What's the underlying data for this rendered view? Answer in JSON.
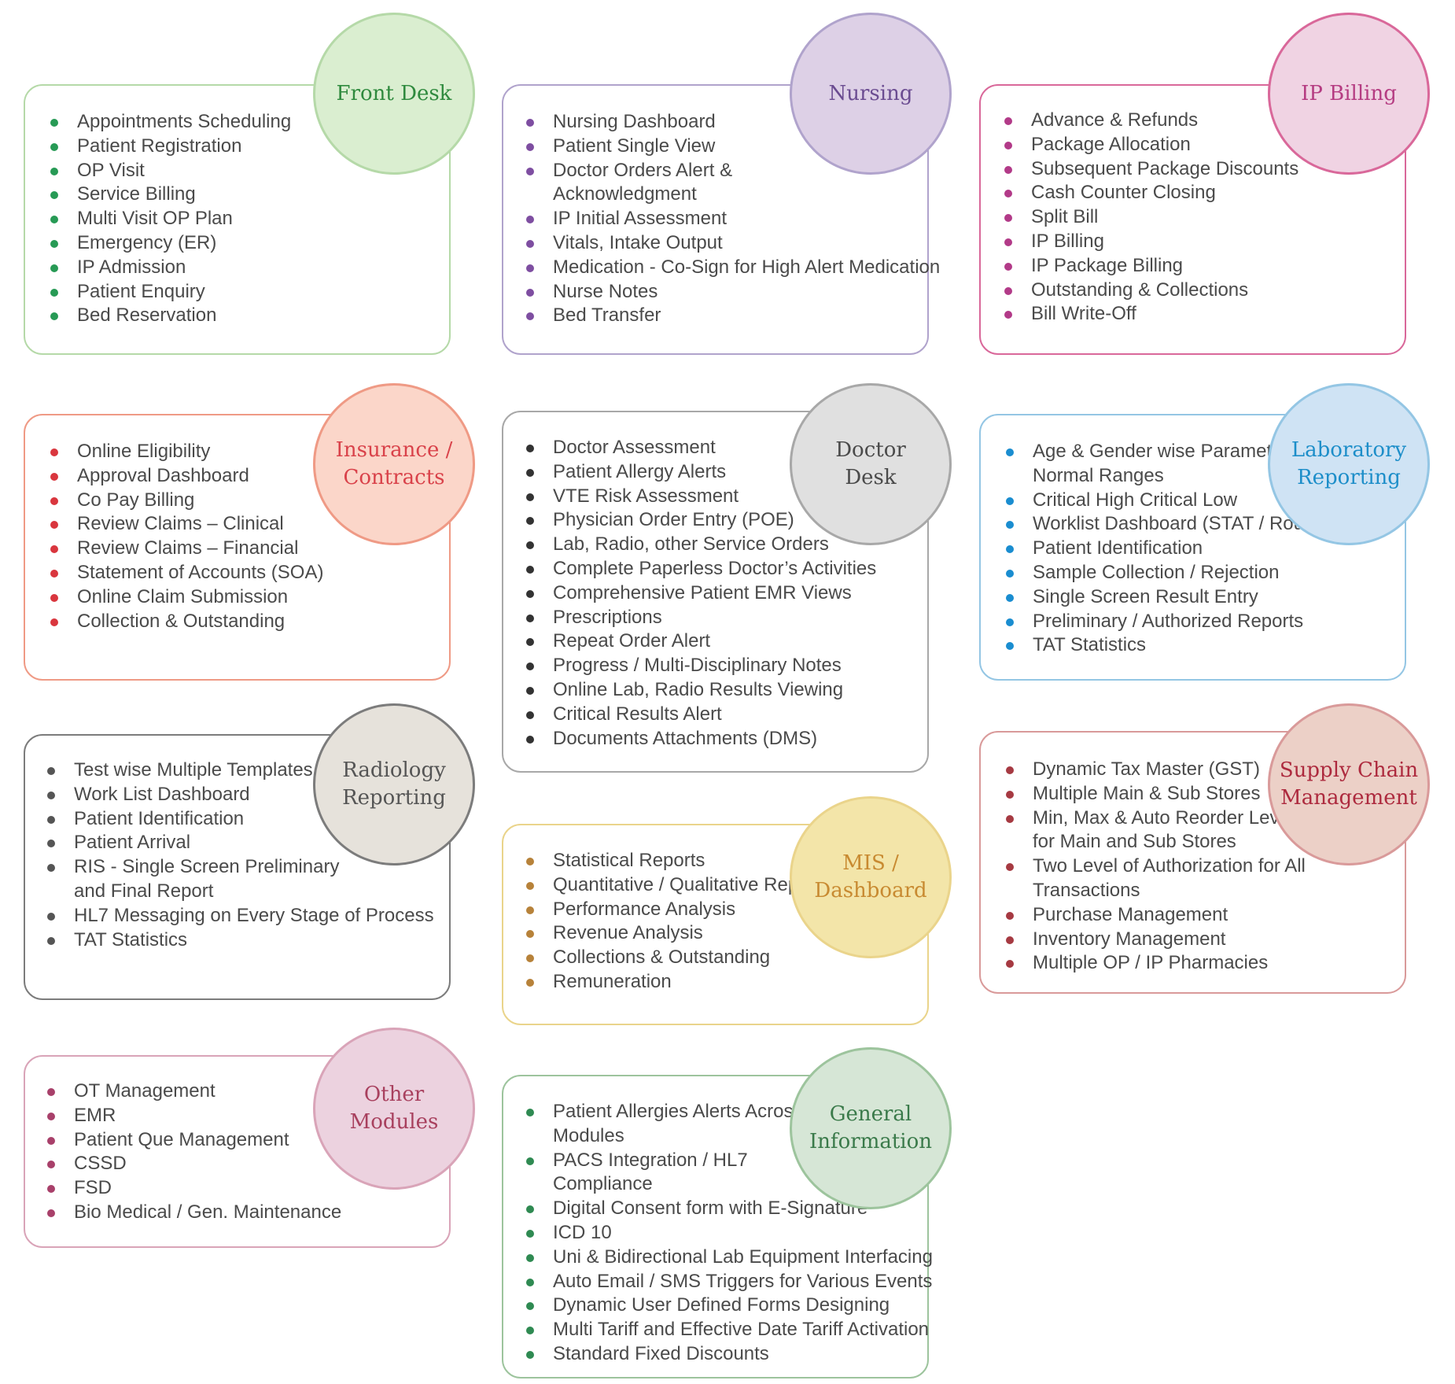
{
  "modules": [
    {
      "title": "Front Desk",
      "colors": {
        "border": "#b5d9a8",
        "fill": "#daeed0",
        "text": "#2f8a3e",
        "bullet": "#279a55"
      },
      "items": [
        "Appointments Scheduling",
        "Patient Registration",
        "OP Visit",
        "Service Billing",
        "Multi Visit OP Plan",
        "Emergency (ER)",
        "IP Admission",
        "Patient Enquiry",
        "Bed Reservation"
      ]
    },
    {
      "title": "Nursing",
      "colors": {
        "border": "#b0a3cc",
        "fill": "#ddd0e6",
        "text": "#6b4c91",
        "bullet": "#7e4ea1"
      },
      "items": [
        "Nursing Dashboard",
        "Patient Single View",
        "Doctor Orders Alert &",
        "Acknowledgment",
        "IP Initial Assessment",
        "Vitals, Intake Output",
        "Medication - Co-Sign for High Alert Medication",
        "Nurse Notes",
        "Bed Transfer"
      ]
    },
    {
      "title": "IP Billing",
      "colors": {
        "border": "#d9689a",
        "fill": "#f0d3e3",
        "text": "#b53c82",
        "bullet": "#b23a88"
      },
      "items": [
        "Advance & Refunds",
        "Package Allocation",
        "Subsequent Package Discounts",
        "Cash Counter Closing",
        "Split Bill",
        "IP Billing",
        "IP Package Billing",
        "Outstanding & Collections",
        "Bill Write-Off"
      ]
    },
    {
      "title": "Insurance /\nContracts",
      "colors": {
        "border": "#ef9a85",
        "fill": "#fbd6c9",
        "text": "#d9424a",
        "bullet": "#d9363e"
      },
      "items": [
        "Online Eligibility",
        "Approval Dashboard",
        "Co Pay Billing",
        "Review Claims – Clinical",
        "Review Claims – Financial",
        "Statement of Accounts (SOA)",
        "Online Claim Submission",
        "Collection & Outstanding"
      ]
    },
    {
      "title": "Doctor\nDesk",
      "colors": {
        "border": "#a8a8a8",
        "fill": "#e0e0e0",
        "text": "#4a4a4a",
        "bullet": "#333333"
      },
      "items": [
        "Doctor Assessment",
        "Patient Allergy Alerts",
        "VTE Risk Assessment",
        "Physician Order Entry (POE)",
        "Lab, Radio, other Service Orders",
        "Complete Paperless Doctor’s Activities",
        "Comprehensive Patient EMR Views",
        "Prescriptions",
        "Repeat Order Alert",
        "Progress / Multi-Disciplinary Notes",
        "Online Lab, Radio Results Viewing",
        "Critical Results Alert",
        "Documents Attachments (DMS)"
      ]
    },
    {
      "title": "Laboratory\nReporting",
      "colors": {
        "border": "#94c6e4",
        "fill": "#cfe3f4",
        "text": "#1d8ec9",
        "bullet": "#1a8dd0"
      },
      "items": [
        "Age & Gender wise Parameters",
        "Normal Ranges",
        "Critical High Critical Low",
        "Worklist Dashboard (STAT / Routine)",
        "Patient Identification",
        "Sample Collection / Rejection",
        "Single Screen Result Entry",
        "Preliminary / Authorized Reports",
        "TAT Statistics"
      ]
    },
    {
      "title": "Radiology\nReporting",
      "colors": {
        "border": "#7c7c7c",
        "fill": "#e6e2db",
        "text": "#555555",
        "bullet": "#555555"
      },
      "items": [
        "Test wise Multiple Templates",
        "Work List Dashboard",
        "Patient Identification",
        "Patient Arrival",
        "RIS - Single Screen Preliminary",
        "and Final Report",
        "HL7 Messaging on Every Stage of Process",
        "TAT Statistics"
      ]
    },
    {
      "title": "MIS /\nDashboard",
      "colors": {
        "border": "#ead48b",
        "fill": "#f3e5a9",
        "text": "#c88a31",
        "bullet": "#b7823a"
      },
      "items": [
        "Statistical Reports",
        "Quantitative / Qualitative Reports",
        "Performance Analysis",
        "Revenue Analysis",
        "Collections & Outstanding",
        "Remuneration"
      ]
    },
    {
      "title": "Supply Chain\nManagement",
      "colors": {
        "border": "#d99a9a",
        "fill": "#ecd0c7",
        "text": "#ad2a3e",
        "bullet": "#a63a42"
      },
      "items": [
        "Dynamic Tax Master (GST)",
        "Multiple Main & Sub Stores",
        "Min, Max & Auto Reorder Level",
        "for Main and Sub Stores",
        "Two Level of Authorization for All",
        "Transactions",
        "Purchase Management",
        "Inventory Management",
        "Multiple OP / IP Pharmacies"
      ]
    },
    {
      "title": "Other\nModules",
      "colors": {
        "border": "#d9a4b8",
        "fill": "#ecd2df",
        "text": "#a8405e",
        "bullet": "#a8406a"
      },
      "items": [
        "OT Management",
        "EMR",
        "Patient Que Management",
        "CSSD",
        "FSD",
        "Bio Medical / Gen. Maintenance"
      ]
    },
    {
      "title": "General\nInformation",
      "colors": {
        "border": "#9dc49d",
        "fill": "#d6e6d6",
        "text": "#3a7a4a",
        "bullet": "#2f8a52"
      },
      "items": [
        "Patient Allergies Alerts Across",
        "Modules",
        "PACS Integration / HL7",
        "Compliance",
        "Digital Consent form with E-Signature",
        "ICD 10",
        "Uni & Bidirectional Lab Equipment Interfacing",
        "Auto Email / SMS Triggers for Various Events",
        "Dynamic User Defined Forms Designing",
        "Multi Tariff and Effective Date Tariff Activation",
        "Standard Fixed Discounts"
      ]
    }
  ]
}
